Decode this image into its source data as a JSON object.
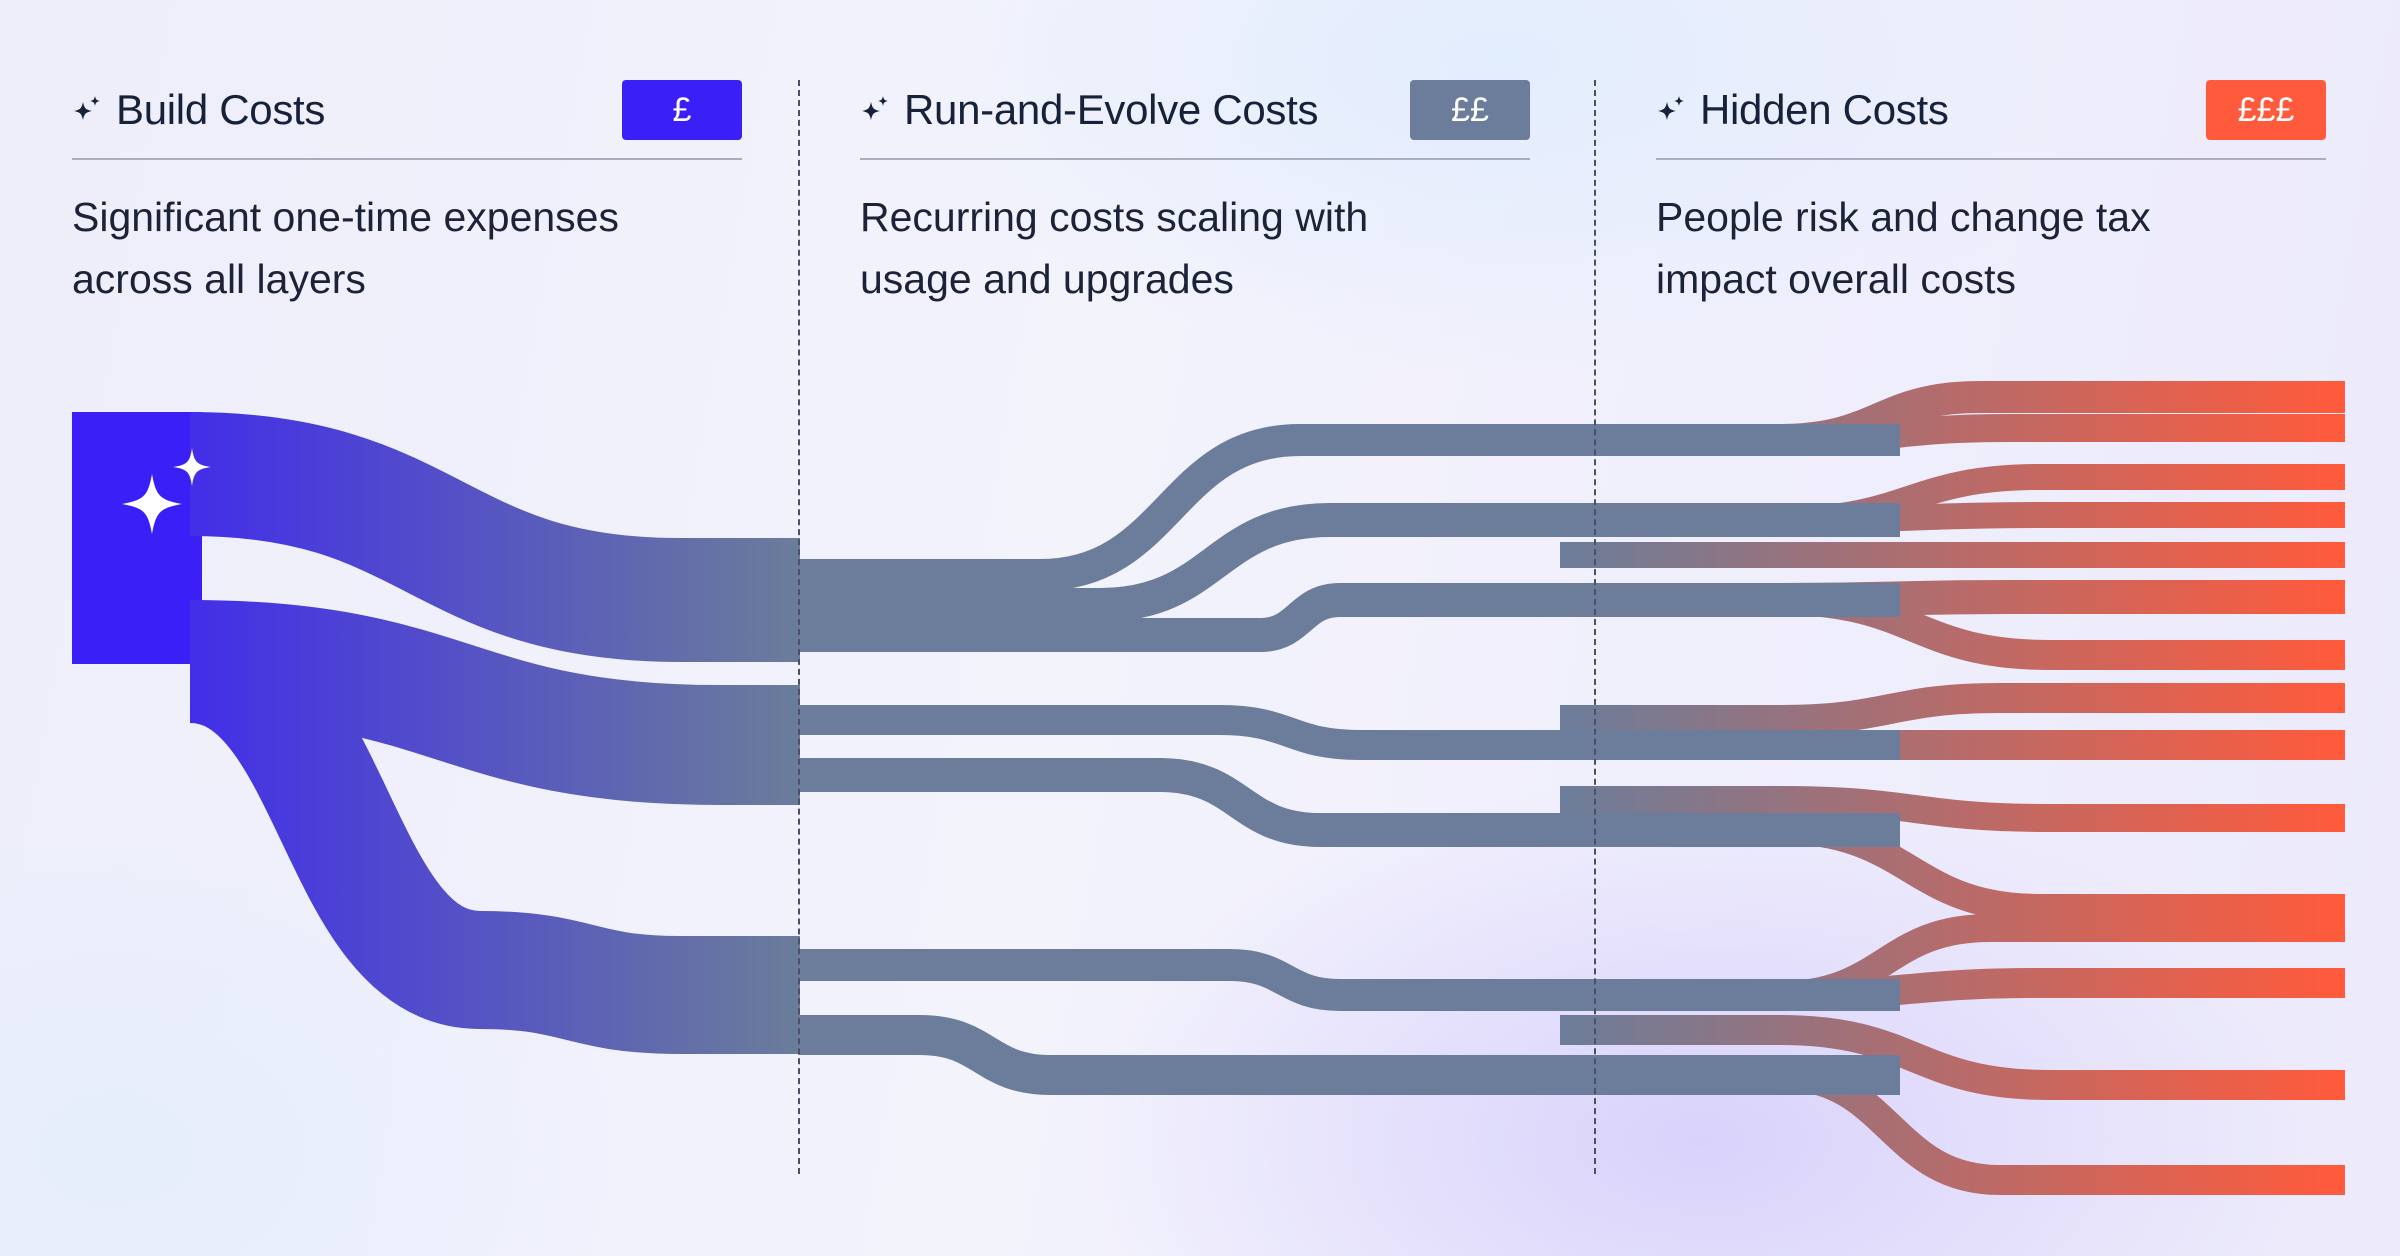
{
  "columns": [
    {
      "id": "build",
      "title": "Build Costs",
      "badge": "£",
      "badge_color": "#3a1ff7",
      "description": "Significant one-time expenses across all layers"
    },
    {
      "id": "run",
      "title": "Run-and-Evolve Costs",
      "badge": "££",
      "badge_color": "#6b7d9a",
      "description": "Recurring costs scaling with usage and upgrades"
    },
    {
      "id": "hidden",
      "title": "Hidden Costs",
      "badge": "£££",
      "badge_color": "#ff5a3c",
      "description": "People risk and change tax impact overall costs"
    }
  ],
  "flow_colors": {
    "source": "#3a1ff7",
    "middle": "#6b7d9a",
    "end": "#ff5a3c"
  },
  "icons": {
    "heading_icon": "sparkles-icon",
    "source_icon": "sparkles-icon"
  }
}
